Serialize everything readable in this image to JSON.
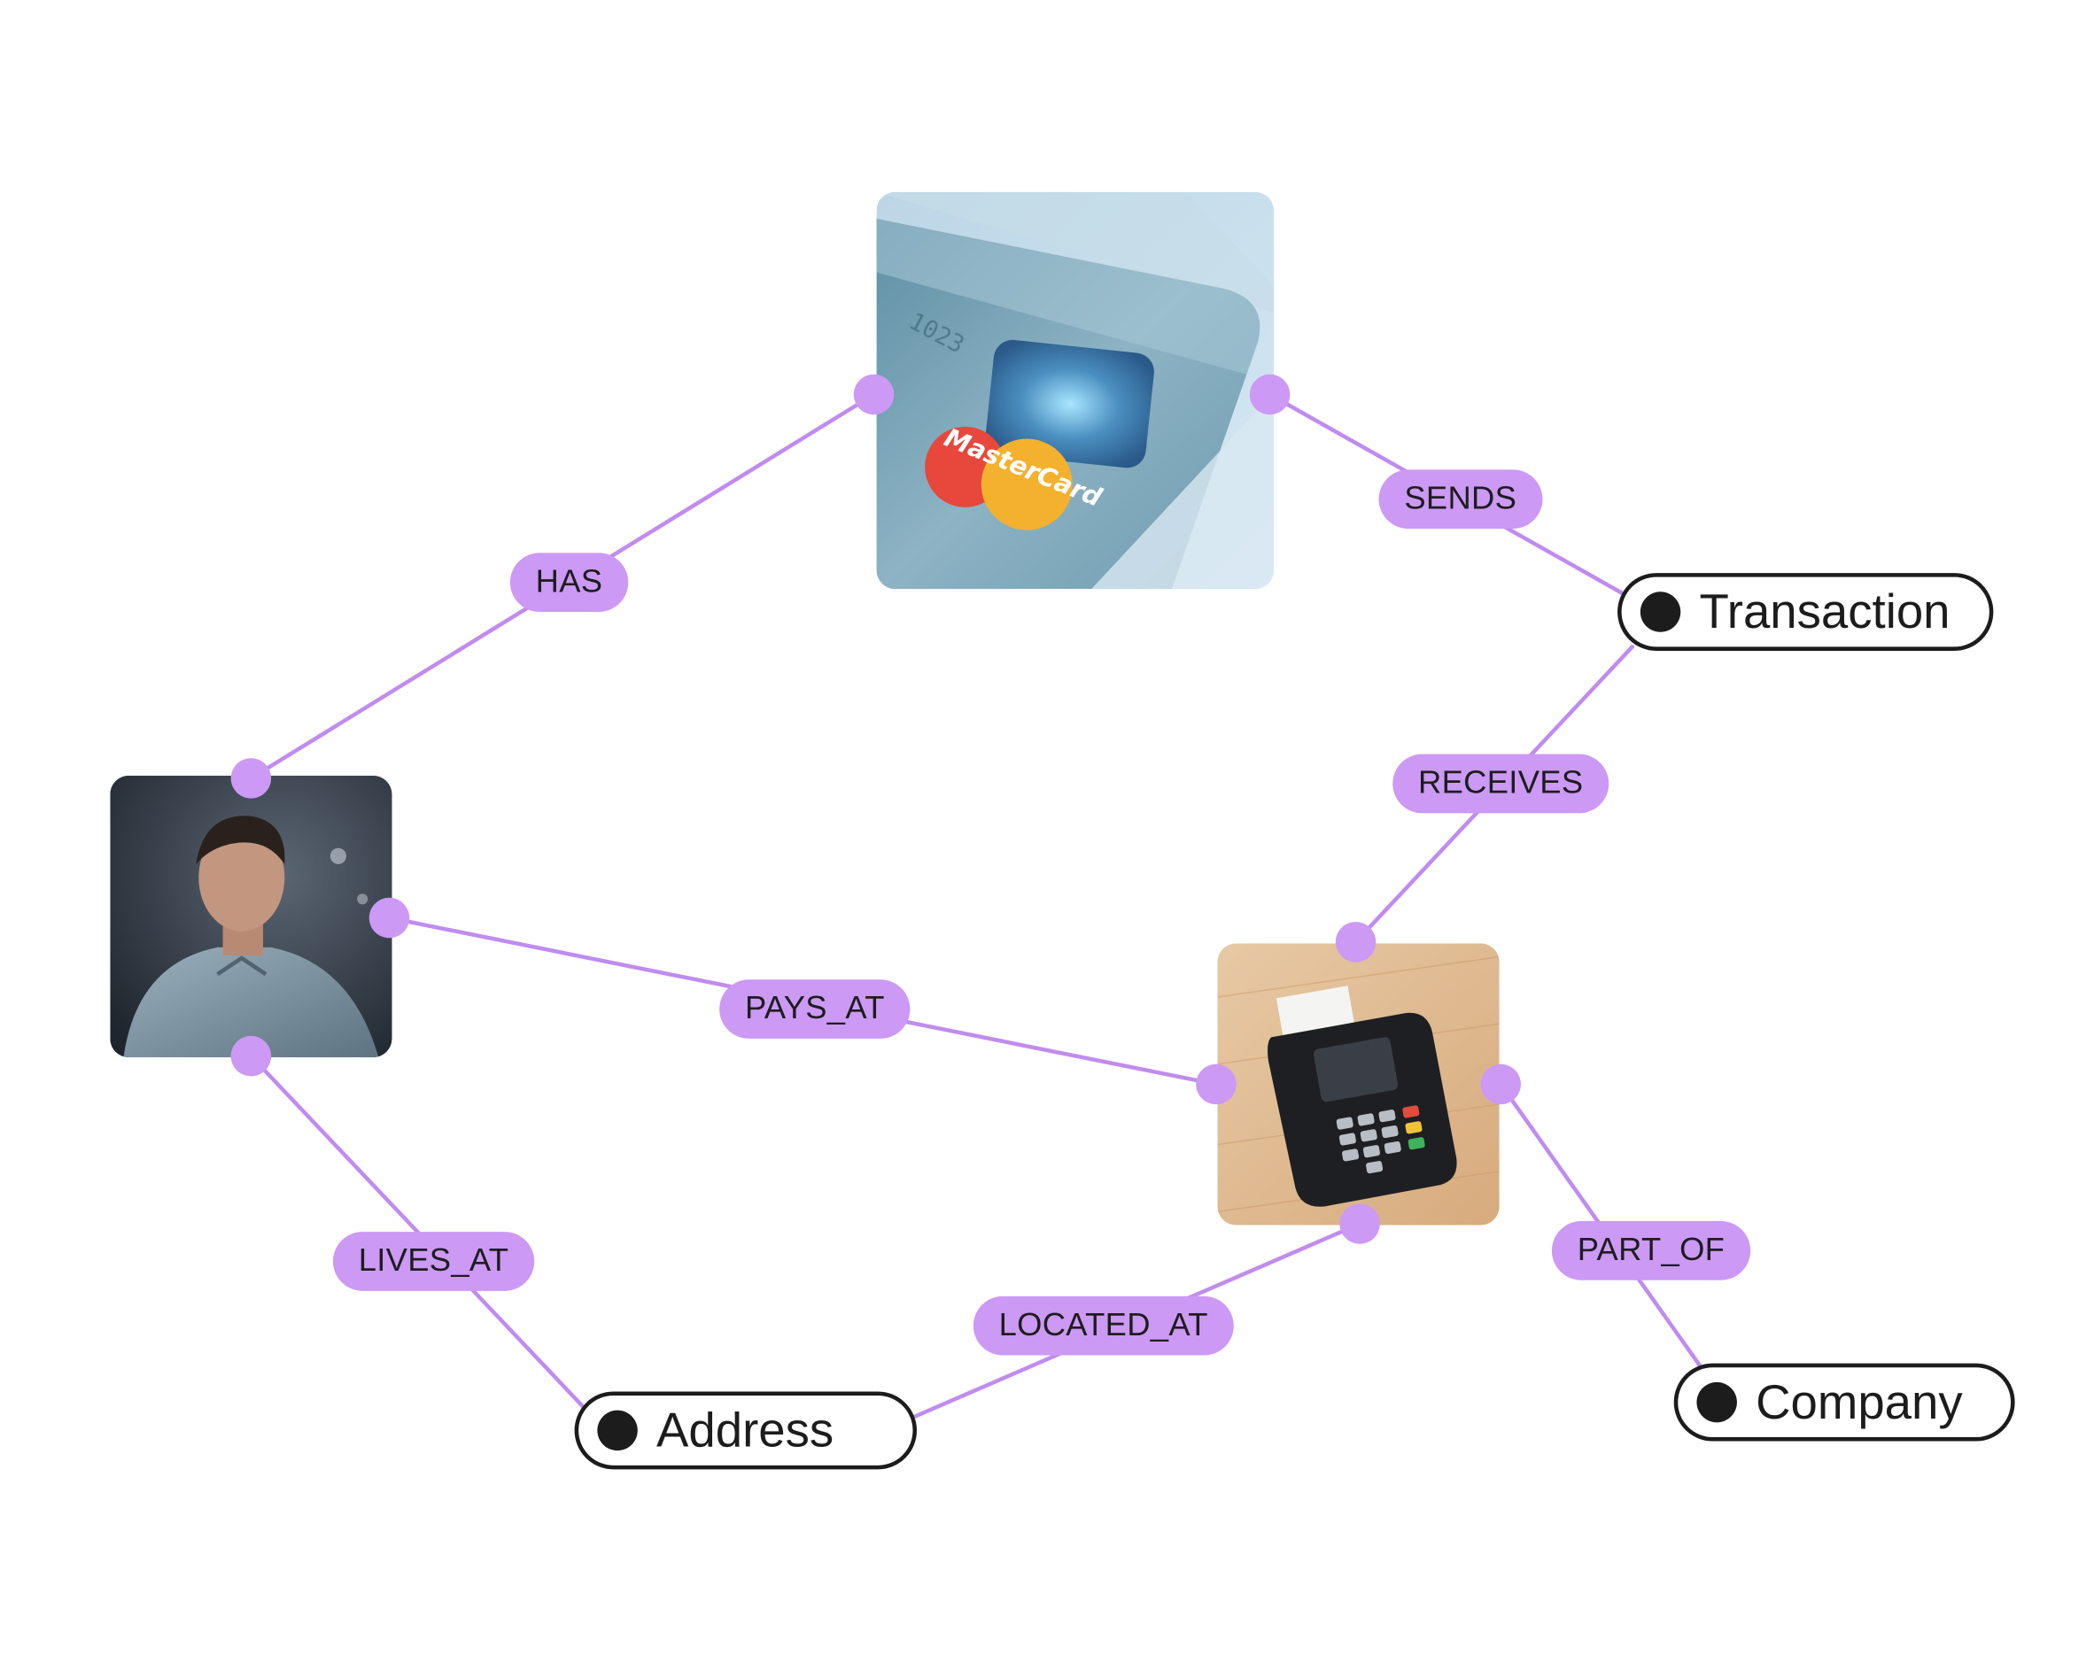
{
  "diagram": {
    "colors": {
      "accent": "#cc99f5",
      "edge": "#c08cef",
      "node_border": "#1c1c1c",
      "text": "#1d1d1f"
    },
    "photo_nodes": [
      {
        "id": "credit-card",
        "icon": "credit-card-photo"
      },
      {
        "id": "person",
        "icon": "person-photo"
      },
      {
        "id": "payment-terminal",
        "icon": "payment-terminal-photo"
      }
    ],
    "entity_nodes": {
      "transaction": "Transaction",
      "address": "Address",
      "company": "Company"
    },
    "edges": {
      "has": "HAS",
      "sends": "SENDS",
      "receives": "RECEIVES",
      "pays_at": "PAYS_AT",
      "lives_at": "LIVES_AT",
      "located_at": "LOCATED_AT",
      "part_of": "PART_OF"
    },
    "card_text": {
      "brand": "MasterCard",
      "number_fragment": "1023"
    }
  }
}
